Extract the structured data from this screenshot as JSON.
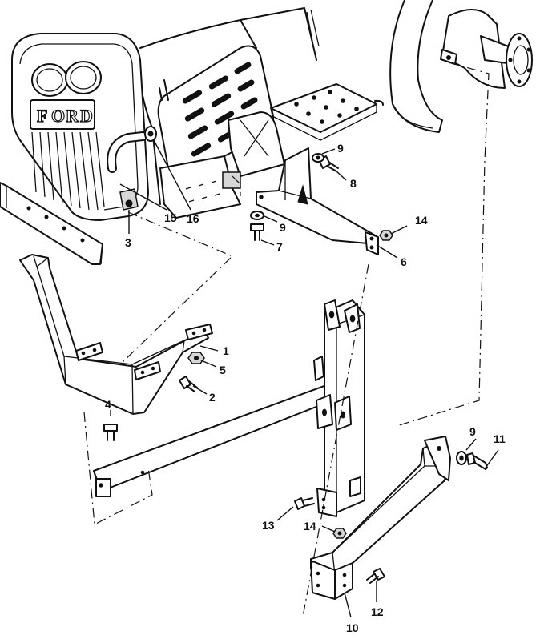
{
  "callouts": [
    {
      "id": "1",
      "text": "1"
    },
    {
      "id": "2",
      "text": "2"
    },
    {
      "id": "3",
      "text": "3"
    },
    {
      "id": "4",
      "text": "4"
    },
    {
      "id": "5",
      "text": "5"
    },
    {
      "id": "6",
      "text": "6"
    },
    {
      "id": "7",
      "text": "7"
    },
    {
      "id": "8",
      "text": "8"
    },
    {
      "id": "9a",
      "text": "9"
    },
    {
      "id": "9b",
      "text": "9"
    },
    {
      "id": "9c",
      "text": "9"
    },
    {
      "id": "10",
      "text": "10"
    },
    {
      "id": "11",
      "text": "11"
    },
    {
      "id": "12",
      "text": "12"
    },
    {
      "id": "13",
      "text": "13"
    },
    {
      "id": "14a",
      "text": "14"
    },
    {
      "id": "14b",
      "text": "14"
    },
    {
      "id": "15",
      "text": "15"
    },
    {
      "id": "16",
      "text": "16"
    }
  ],
  "logo": {
    "letters": [
      "F",
      "O",
      "R",
      "D"
    ]
  }
}
